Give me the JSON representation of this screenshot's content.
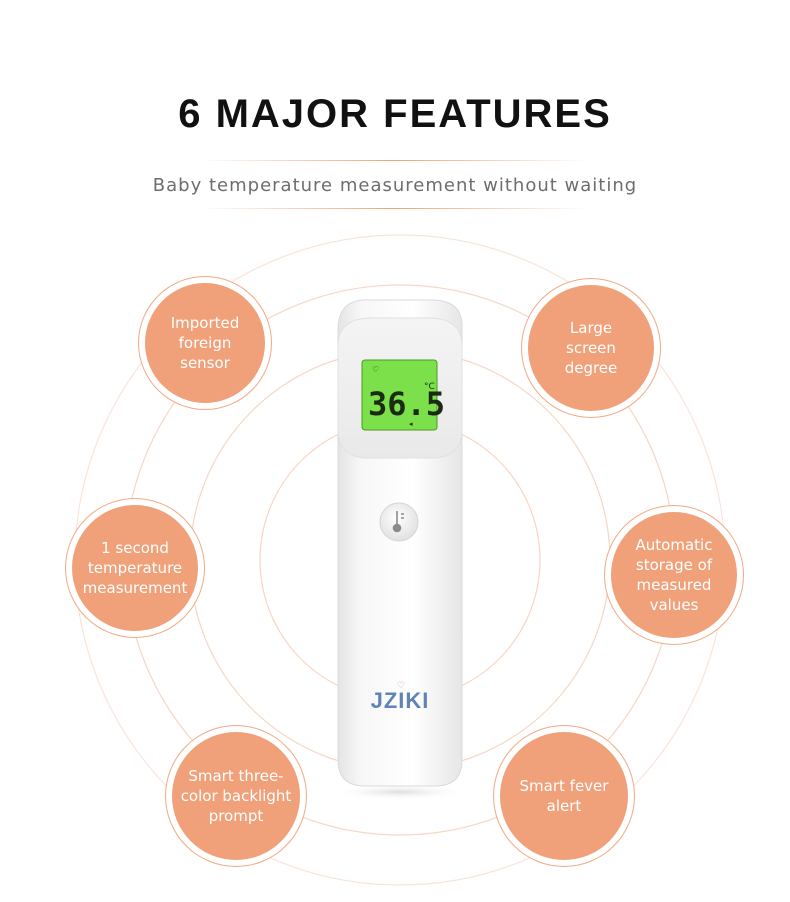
{
  "header": {
    "title": "6 MAJOR FEATURES",
    "subtitle": "Baby temperature measurement without waiting"
  },
  "features": [
    "Imported\nforeign\nsensor",
    "Large\nscreen\ndegree",
    "1 second\ntemperature\nmeasurement",
    "Automatic\nstorage of\nmeasured\nvalues",
    "Smart three-\ncolor backlight\nprompt",
    "Smart fever\nalert"
  ],
  "device": {
    "display_reading": "36.5",
    "display_unit": "°C",
    "brand": "JZIKI",
    "screen_color": "#7be04a"
  },
  "colors": {
    "accent": "#f0a17a",
    "ring": "#f3c4ad"
  }
}
